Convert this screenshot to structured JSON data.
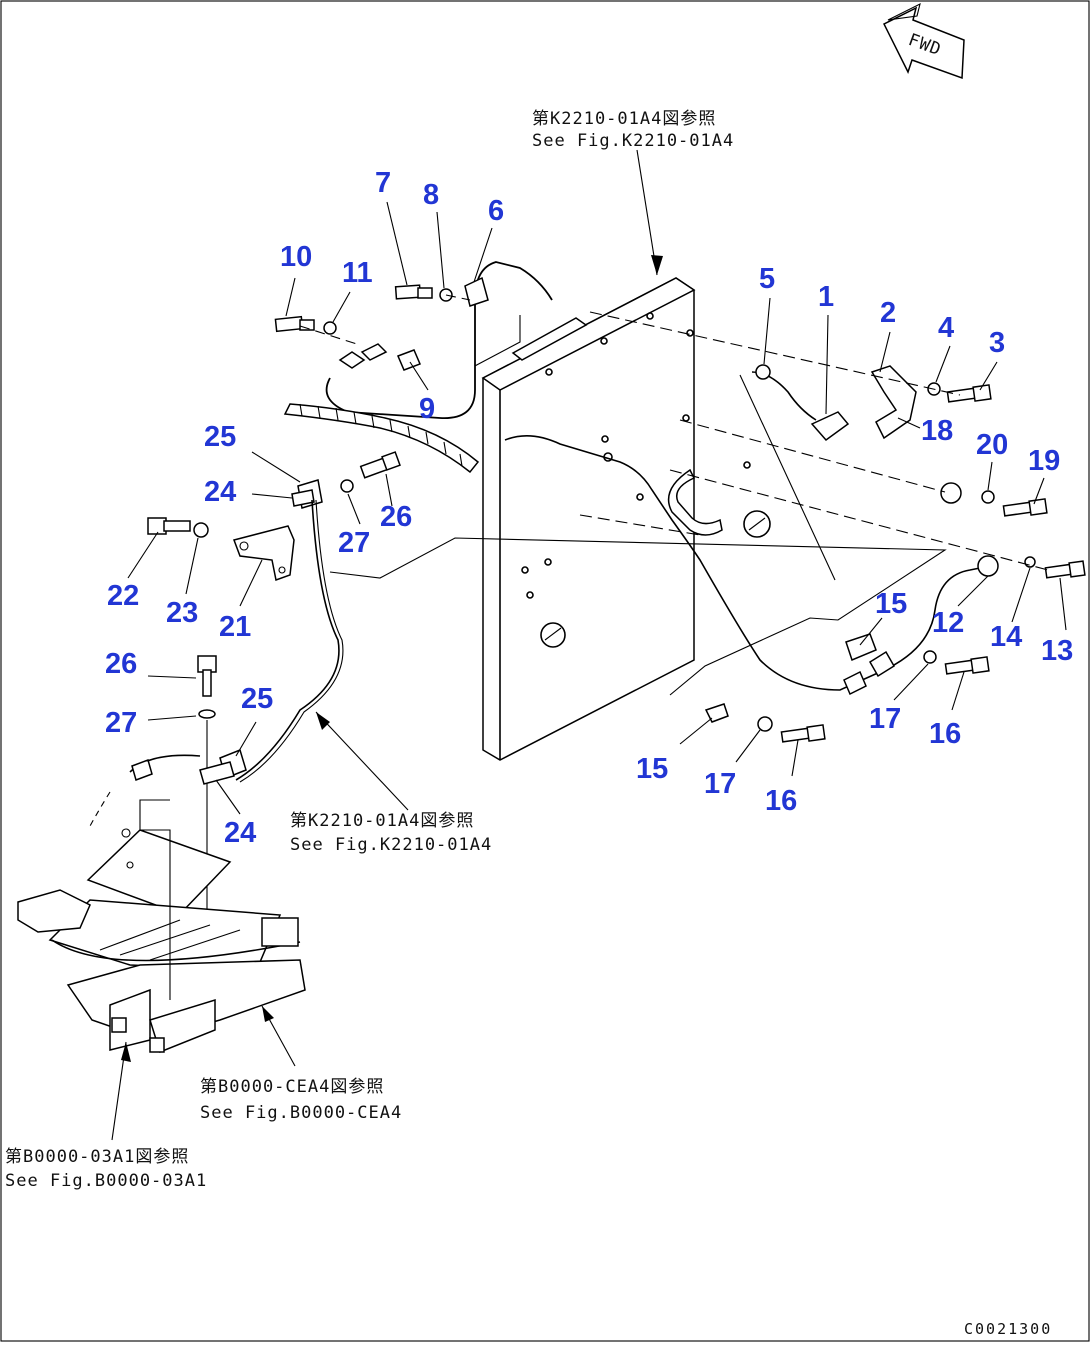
{
  "fwd_badge": "FWD",
  "drawing_code": "C0021300",
  "references": [
    {
      "id": "ref-k2210-top",
      "jp": "第K2210-01A4図参照",
      "en": "See Fig.K2210-01A4"
    },
    {
      "id": "ref-k2210-mid",
      "jp": "第K2210-01A4図参照",
      "en": "See Fig.K2210-01A4"
    },
    {
      "id": "ref-b0000-cea4",
      "jp": "第B0000-CEA4図参照",
      "en": "See Fig.B0000-CEA4"
    },
    {
      "id": "ref-b0000-03a1",
      "jp": "第B0000-03A1図参照",
      "en": "See Fig.B0000-03A1"
    }
  ],
  "callouts": [
    "7",
    "8",
    "6",
    "10",
    "11",
    "5",
    "1",
    "2",
    "4",
    "3",
    "9",
    "18",
    "20",
    "19",
    "25",
    "24",
    "26",
    "27",
    "22",
    "23",
    "21",
    "15",
    "12",
    "14",
    "13",
    "26",
    "25",
    "27",
    "17",
    "16",
    "15",
    "17",
    "16",
    "24"
  ]
}
